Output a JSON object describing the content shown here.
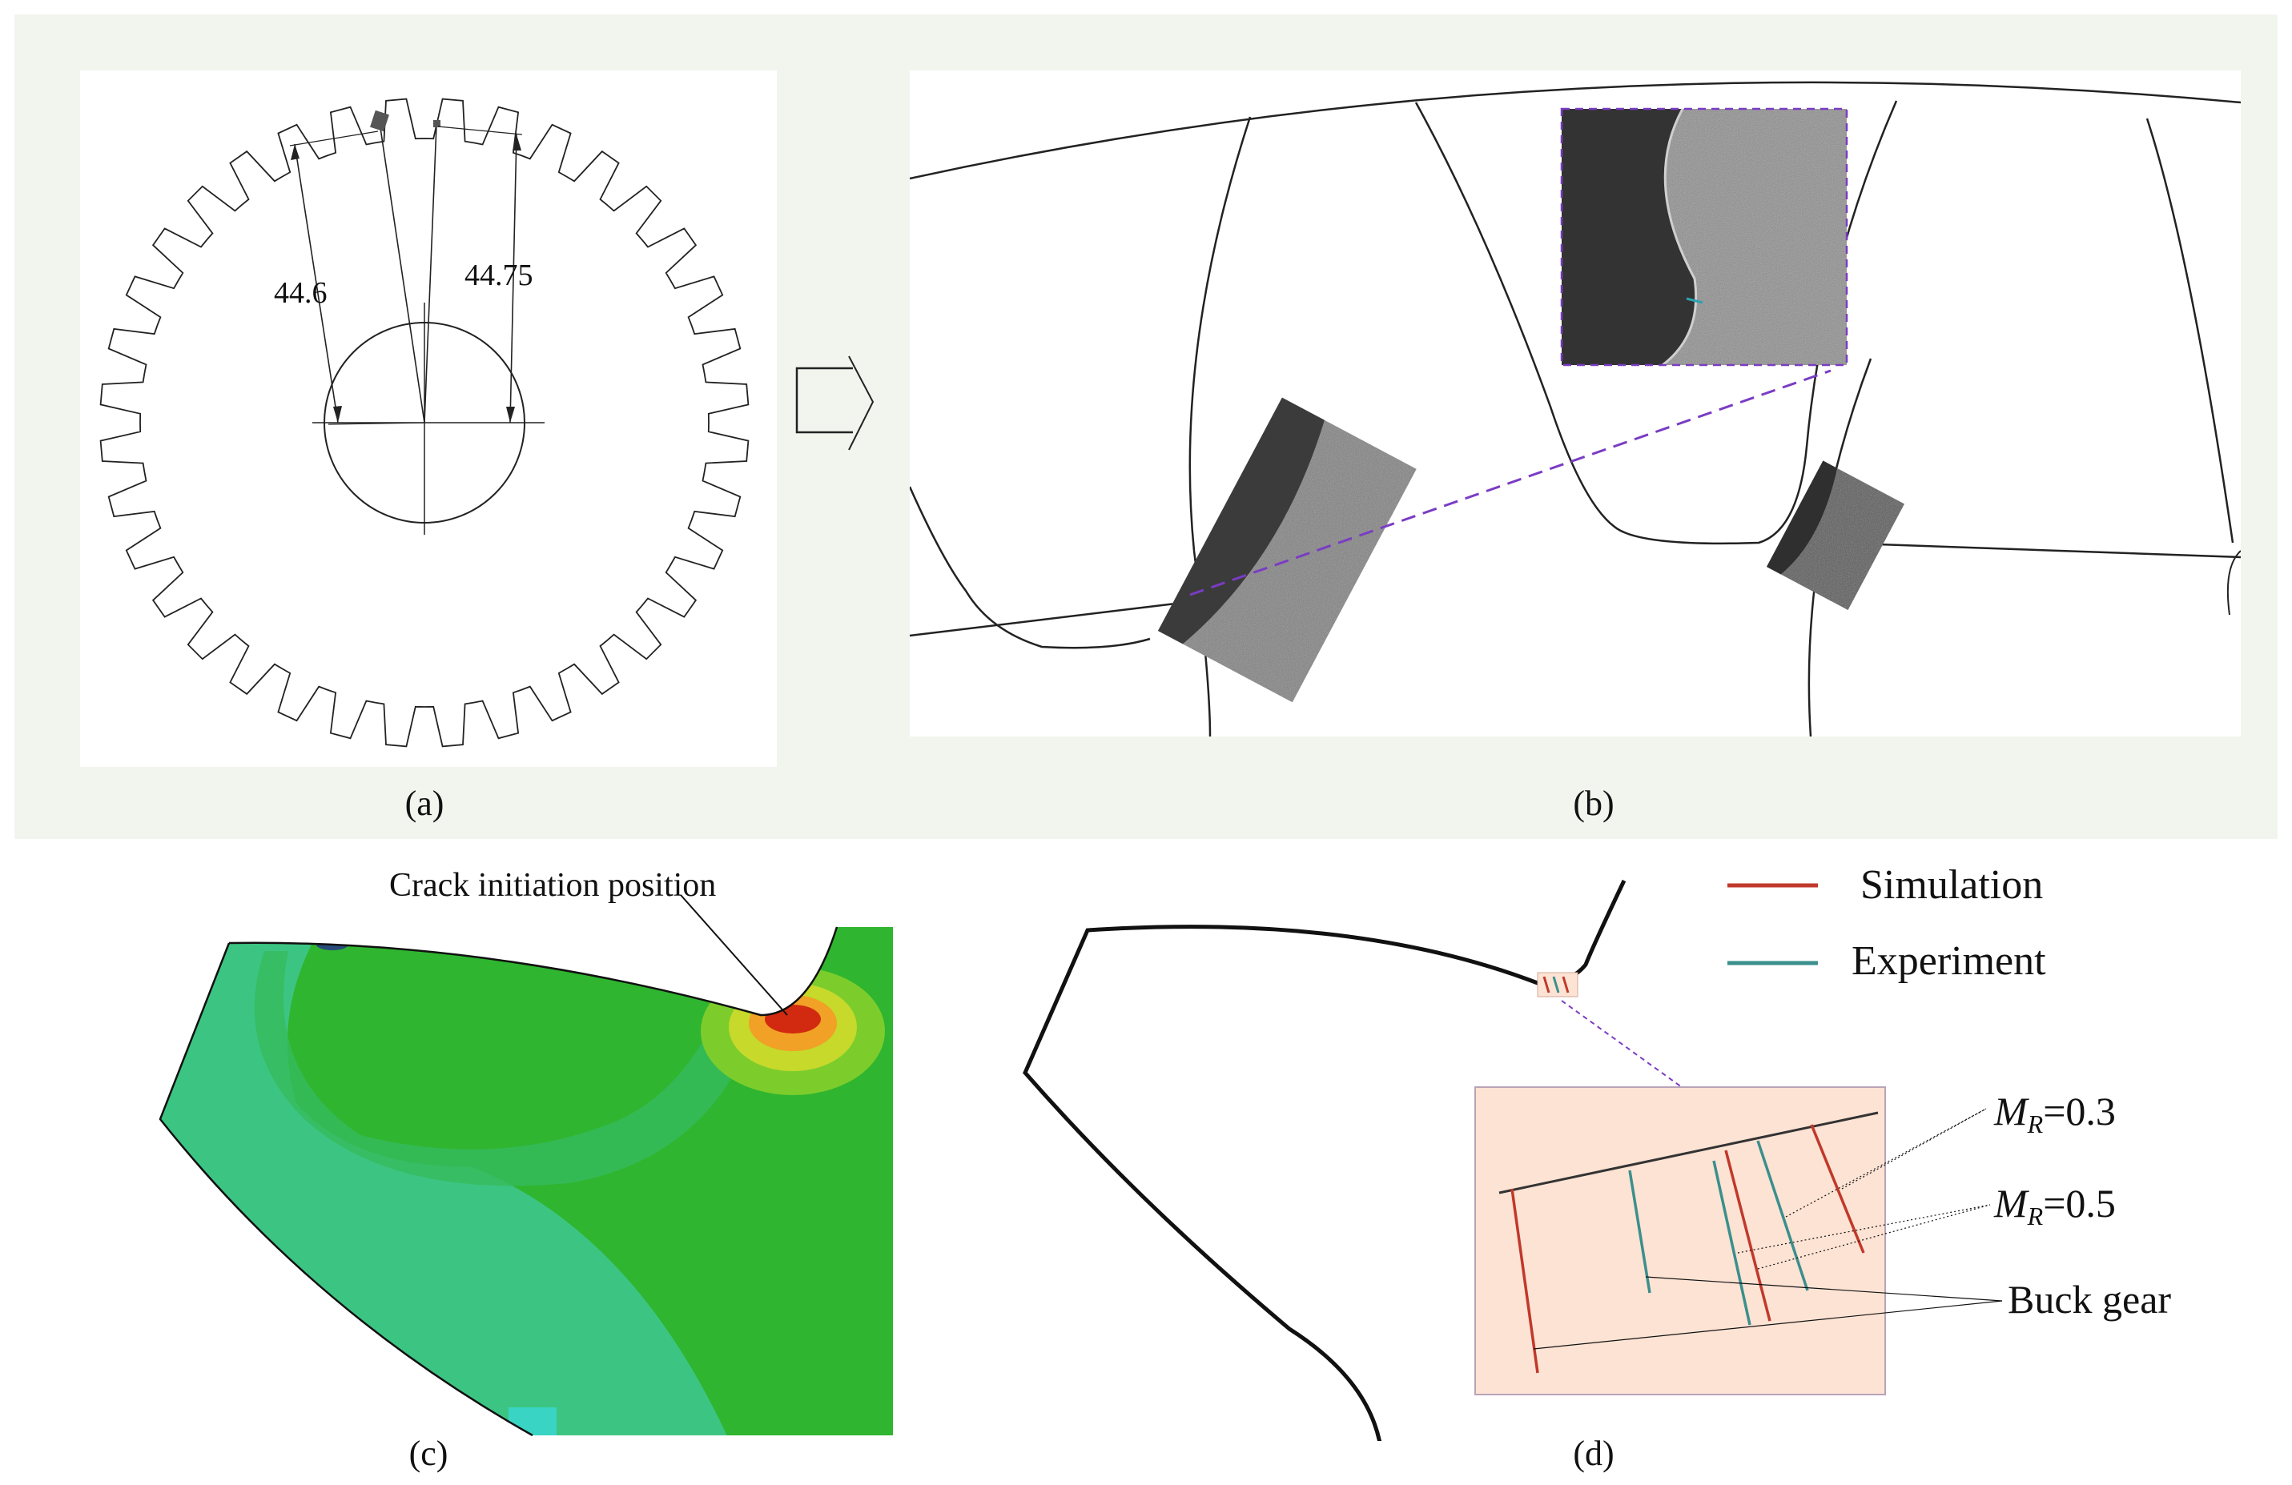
{
  "panel_a": {
    "label": "(a)",
    "dim_left": "44.6",
    "dim_right": "44.75"
  },
  "panel_b": {
    "label": "(b)"
  },
  "panel_c": {
    "label": "(c)",
    "annotation": "Crack initiation position"
  },
  "panel_d": {
    "label": "(d)",
    "legend": [
      {
        "name": "Simulation",
        "color": "#c0392b"
      },
      {
        "name": "Experiment",
        "color": "#3b8f8c"
      }
    ],
    "mr_prefix": "M",
    "mr_sub": "R",
    "mr_1_value": "=0.3",
    "mr_2_value": "=0.5",
    "buck_gear": "Buck gear"
  },
  "colors": {
    "outer_bg": "#f4f6f0",
    "contour_main": "#2db52d",
    "contour_teal": "#38c07c",
    "contour_hot": "#d12a10",
    "inset_bg": "#fde3d4",
    "dash_purple": "#7a3cc4"
  }
}
